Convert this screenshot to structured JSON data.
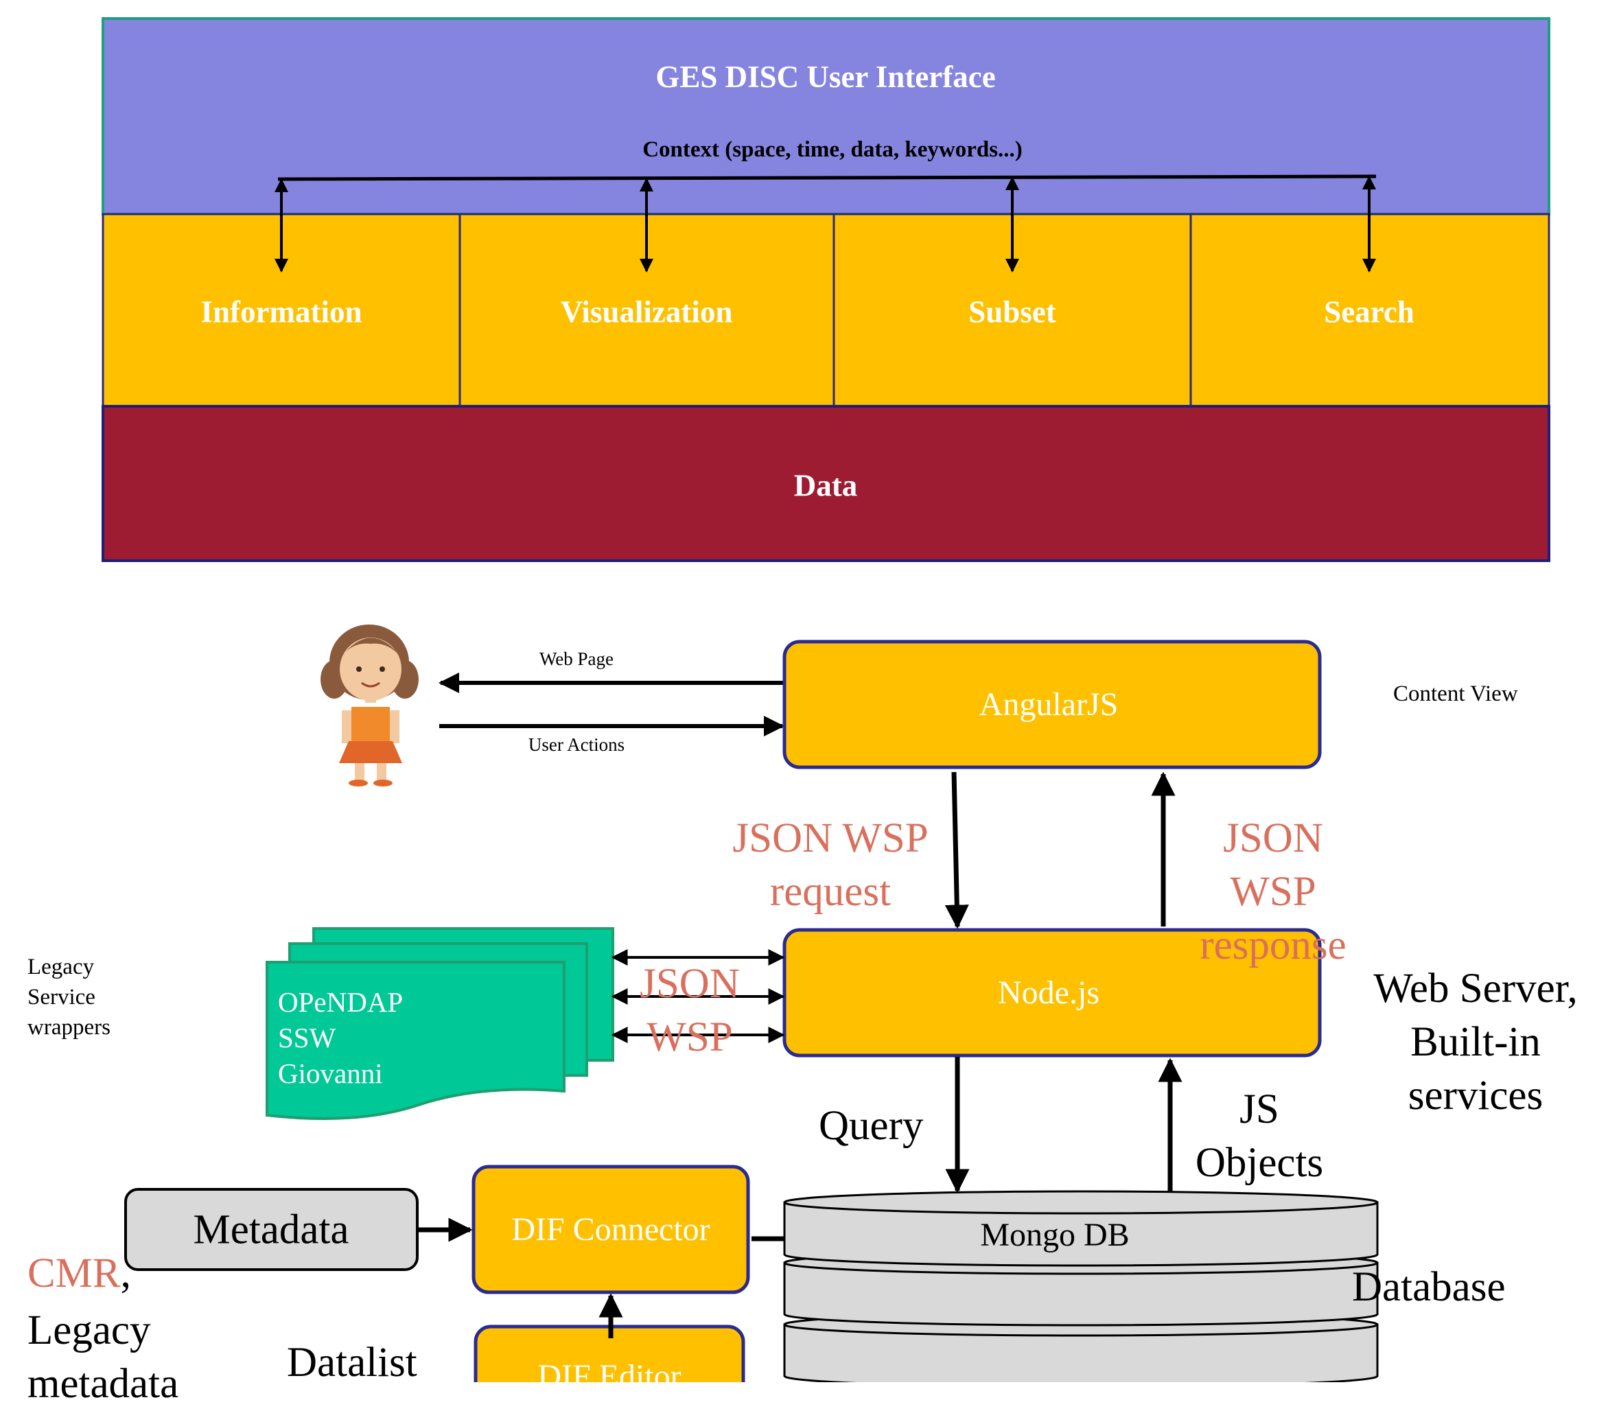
{
  "top_diagram": {
    "header": {
      "title": "GES DISC User Interface",
      "context": "Context (space, time, data, keywords...)",
      "color": "#8585e0"
    },
    "modules": [
      {
        "label": "Information"
      },
      {
        "label": "Visualization"
      },
      {
        "label": "Subset"
      },
      {
        "label": "Search"
      }
    ],
    "modules_color": "#ffc000",
    "data_layer": {
      "label": "Data",
      "color": "#9e1c32"
    }
  },
  "bottom_diagram": {
    "user": {
      "icon": "girl-avatar-icon"
    },
    "web_page_label": "Web Page",
    "user_actions_label": "User Actions",
    "angularjs": {
      "label": "AngularJS"
    },
    "content_view_label": "Content View",
    "json_wsp_request": "JSON WSP request",
    "json_wsp_response": "JSON WSP response",
    "nodejs": {
      "label": "Node.js"
    },
    "web_server_label": "Web Server, Built-in services",
    "legacy_label": "Legacy Service wrappers",
    "legacy_services": [
      "OPeNDAP",
      "SSW",
      "Giovanni"
    ],
    "legacy_json_wsp": "JSON WSP",
    "query_label": "Query",
    "js_objects_label": "JS Objects",
    "metadata": {
      "label": "Metadata"
    },
    "dif_connector": {
      "label": "DIF Connector"
    },
    "mongodb": {
      "label": "Mongo DB"
    },
    "database_label": "Database",
    "cmr_label": "CMR",
    "cmr_suffix": ",",
    "legacy_metadata_label": "Legacy metadata",
    "datalist_label": "Datalist",
    "dif_editor": {
      "label": "DIF Editor"
    },
    "box_color": "#ffc000",
    "service_color": "#00c896",
    "db_color": "#d9d9d9",
    "accent_red": "#d9705d"
  }
}
